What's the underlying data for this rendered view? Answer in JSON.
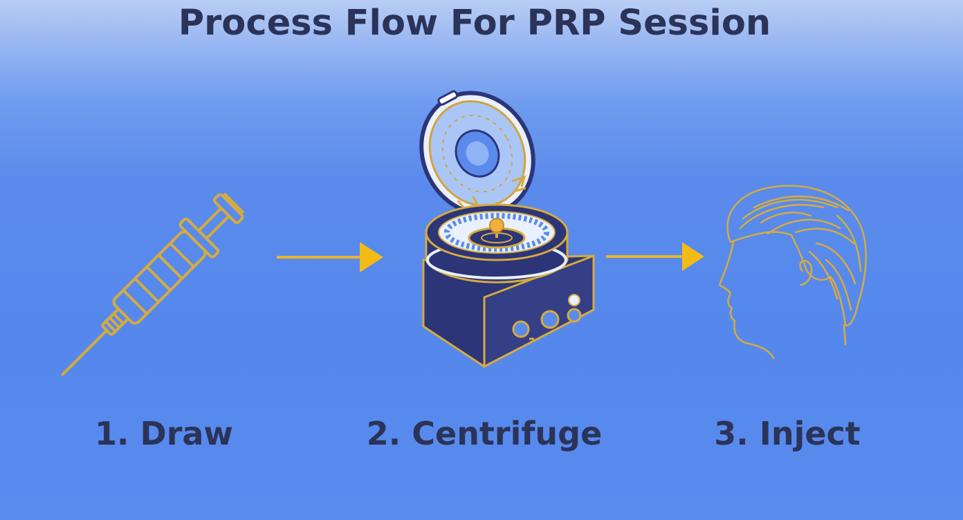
{
  "title": "Process Flow For PRP Session",
  "steps": [
    {
      "label": "1. Draw",
      "icon": "syringe-icon"
    },
    {
      "label": "2. Centrifuge",
      "icon": "centrifuge-icon"
    },
    {
      "label": "3. Inject",
      "icon": "head-profile-icon"
    }
  ],
  "colors": {
    "background_top": "#b9cdf4",
    "background_main": "#5588ec",
    "text": "#2b3358",
    "accent_gold": "#e1ad32",
    "arrow": "#f0b81c",
    "machine_navy": "#2c3577"
  }
}
